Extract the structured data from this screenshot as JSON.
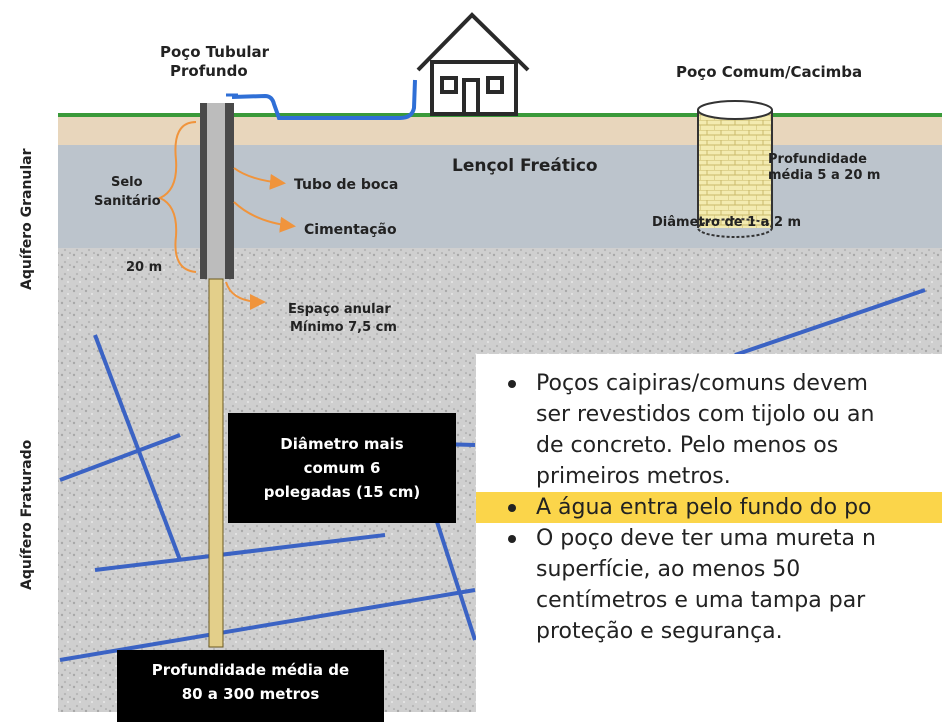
{
  "side_labels": {
    "granular": "Aquífero Granular",
    "fraturado": "Aquífero Fraturado"
  },
  "labels": {
    "poco_tubular": "Poço Tubular",
    "profundo": "Profundo",
    "poco_comum": "Poço Comum/Cacimba",
    "lencol": "Lençol Freático",
    "profundidade": "Profundidade",
    "profundidade_media": "média 5 a 20 m",
    "diametro_cacimba": "Diâmetro de 1 a 2 m",
    "selo": "Selo",
    "sanitario": "Sanitário",
    "tubo_boca": "Tubo de boca",
    "cimentacao": "Cimentação",
    "vinte_m": "20 m",
    "espaco_anular": "Espaço anular",
    "minimo": "Mínimo 7,5 cm"
  },
  "boxes": {
    "diametro_l1": "Diâmetro mais",
    "diametro_l2": "comum 6",
    "diametro_l3": "polegadas (15  cm)",
    "prof_l1": "Profundidade média de",
    "prof_l2": "80 a 300 metros"
  },
  "notes": [
    {
      "lines": [
        "Poços caipiras/comuns devem",
        "ser revestidos com tijolo ou an",
        "de concreto.    Pelo menos os",
        "primeiros metros."
      ],
      "highlight": false
    },
    {
      "lines": [
        "A água entra pelo fundo do po"
      ],
      "highlight": true
    },
    {
      "lines": [
        "O poço deve ter uma mureta n",
        "superfície, ao menos 50",
        "centímetros e uma tampa par",
        "proteção e segurança."
      ],
      "highlight": false
    }
  ],
  "colors": {
    "ground_sand": "#e8d6bc",
    "water_table": "#bfc6cd",
    "rock": "#c9c9c9",
    "grass": "#3a9a3a",
    "pipe": "#2f6fd6",
    "fracture": "#3b63c4",
    "arrow": "#f0943c",
    "brick": "#f1e79a",
    "highlight": "#fbd54a"
  }
}
